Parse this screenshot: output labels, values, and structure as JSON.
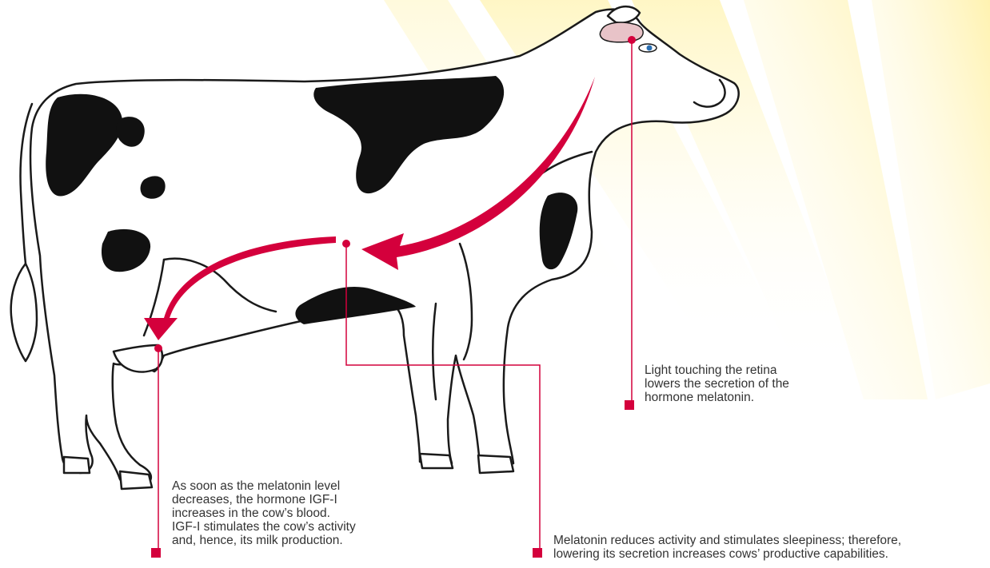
{
  "callouts": {
    "retina": "Light touching the retina\nlowers the secretion of the\nhormone melatonin.",
    "igf": "As soon as the melatonin level\ndecreases, the hormone IGF-I\nincreases in the cow’s blood.\nIGF-I stimulates the cow’s activity\nand, hence, its milk production.",
    "activity": "Melatonin reduces activity and stimulates sleepiness; therefore,\nlowering its secretion increases cows’ productive capabilities."
  },
  "colors": {
    "accent": "#d4003c",
    "outline": "#1a1a1a",
    "spots": "#111111",
    "light_rays": "#fff3b0",
    "text": "#333333",
    "brain": "#e8c3c8"
  }
}
